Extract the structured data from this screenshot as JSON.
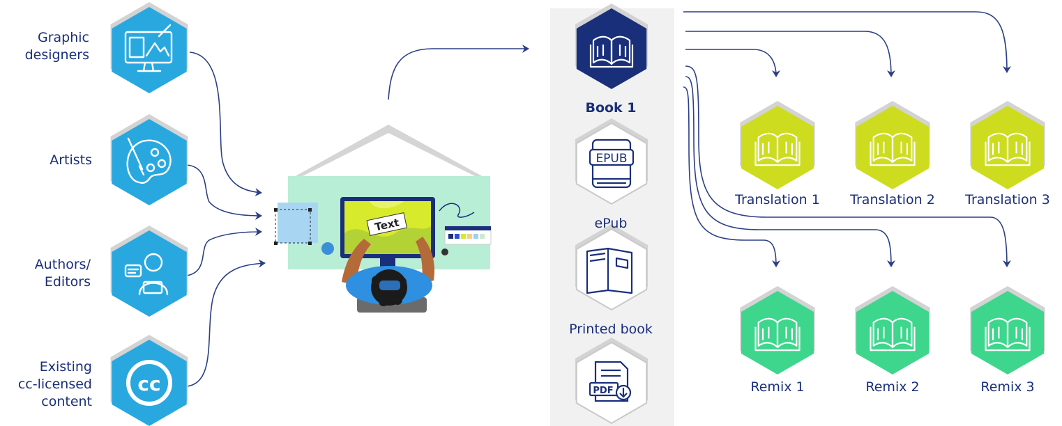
{
  "contributors": [
    {
      "label": "Graphic\ndesigners",
      "icon": "graphic-design-monitor-icon"
    },
    {
      "label": "Artists",
      "icon": "paint-palette-icon"
    },
    {
      "label": "Authors/\nEditors",
      "icon": "author-laptop-icon"
    },
    {
      "label": "Existing\ncc-licensed\ncontent",
      "icon": "creative-commons-icon"
    }
  ],
  "formats": [
    {
      "label": "Book 1",
      "icon": "open-book-icon"
    },
    {
      "label": "ePub",
      "icon": "epub-book-icon",
      "icon_text": "EPUB"
    },
    {
      "label": "Printed book",
      "icon": "printed-book-icon"
    },
    {
      "label": "",
      "icon": "pdf-download-icon",
      "icon_text": "PDF"
    }
  ],
  "translations": [
    "Translation 1",
    "Translation 2",
    "Translation 3"
  ],
  "remixes": [
    "Remix 1",
    "Remix 2",
    "Remix 3"
  ],
  "illustration": {
    "screen_text": "Text"
  },
  "colors": {
    "contributor_hex": "#29a8e0",
    "book_hex": "#1a2f7a",
    "translation_hex": "#cddc1f",
    "remix_hex": "#3dd68c",
    "format_outline": "#1a2f7a",
    "arrow": "#2c3f86",
    "label_text": "#1a2f7a",
    "house_fill": "#b8edd6",
    "roof": "#d5d5d5"
  }
}
